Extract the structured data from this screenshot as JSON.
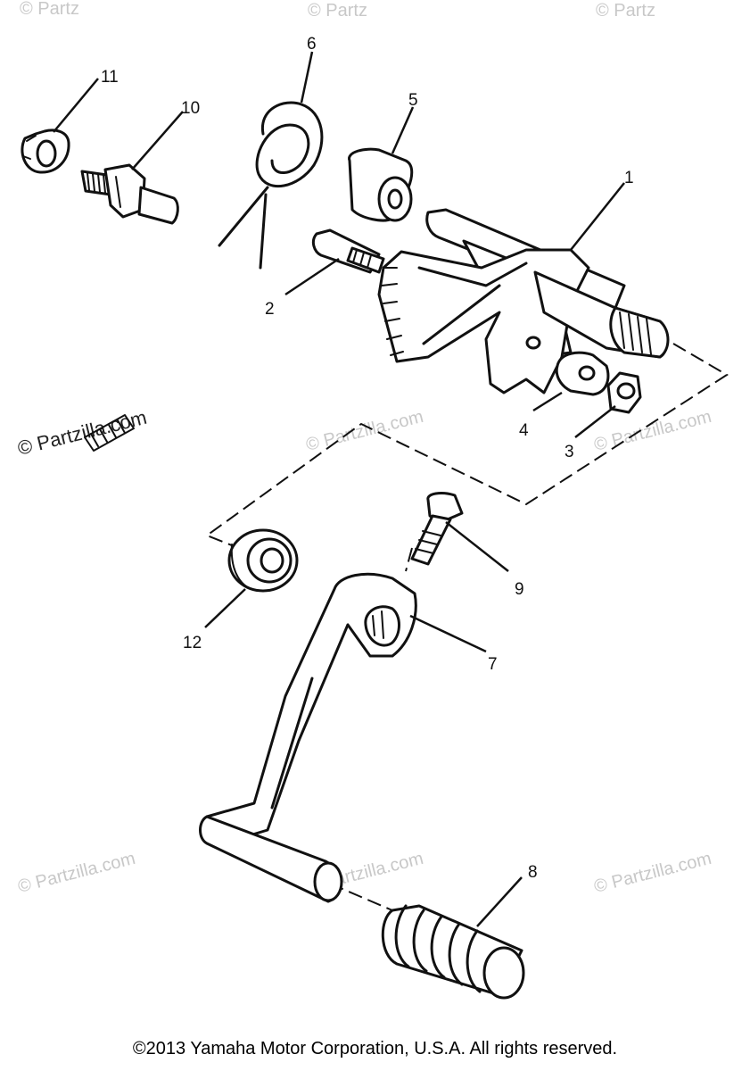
{
  "watermark": {
    "text": "© Partzilla.com",
    "top_fragment": "© Partz"
  },
  "callouts": {
    "p1": "1",
    "p2": "2",
    "p3": "3",
    "p4": "4",
    "p5": "5",
    "p6": "6",
    "p7": "7",
    "p8": "8",
    "p9": "9",
    "p10": "10",
    "p11": "11",
    "p12": "12"
  },
  "copyright": "©2013 Yamaha Motor Corporation, U.S.A. All rights reserved."
}
